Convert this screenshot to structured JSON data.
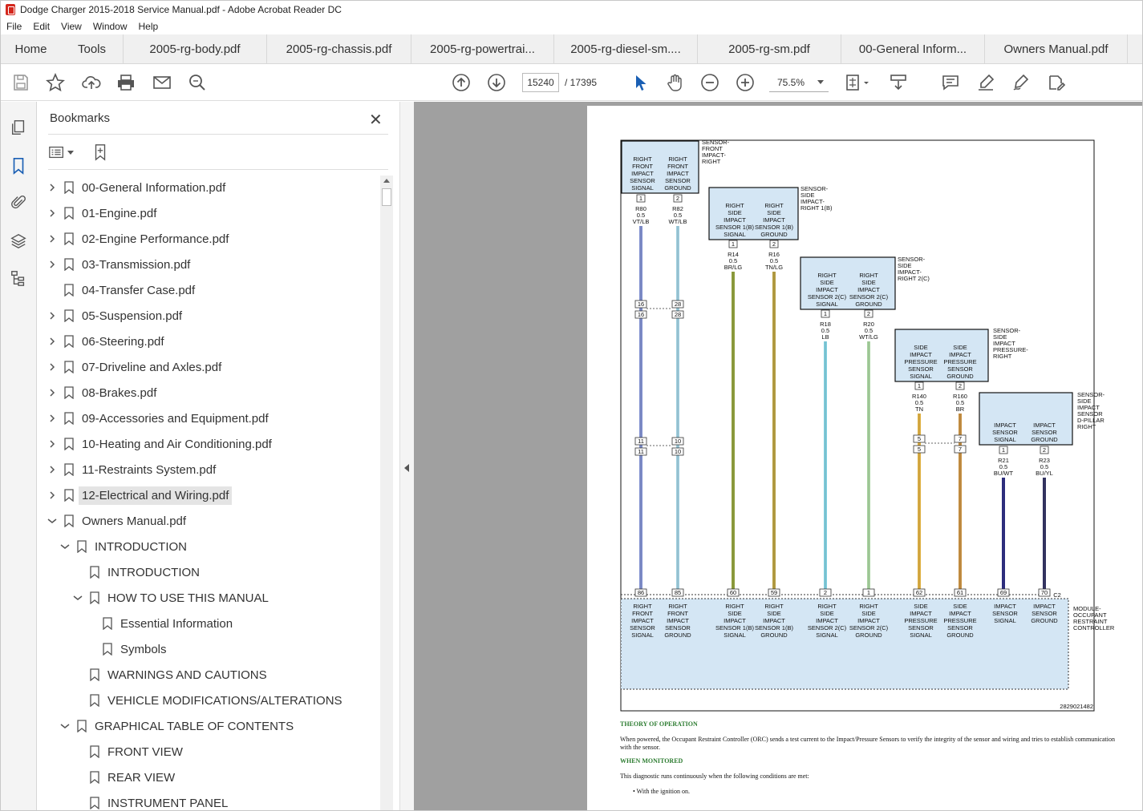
{
  "window": {
    "title": "Dodge Charger 2015-2018 Service Manual.pdf - Adobe Acrobat Reader DC"
  },
  "menu": [
    "File",
    "Edit",
    "View",
    "Window",
    "Help"
  ],
  "tabs": [
    {
      "label": "Home"
    },
    {
      "label": "Tools"
    },
    {
      "label": "2005-rg-body.pdf"
    },
    {
      "label": "2005-rg-chassis.pdf"
    },
    {
      "label": "2005-rg-powertrai..."
    },
    {
      "label": "2005-rg-diesel-sm...."
    },
    {
      "label": "2005-rg-sm.pdf"
    },
    {
      "label": "00-General Inform..."
    },
    {
      "label": "Owners Manual.pdf"
    }
  ],
  "toolbar": {
    "page_current": "15240",
    "page_total": "/ 17395",
    "zoom": "75.5%"
  },
  "bookmarks_panel": {
    "title": "Bookmarks"
  },
  "bookmarks": [
    {
      "label": "00-General Information.pdf",
      "level": 0,
      "expander": "collapsed"
    },
    {
      "label": "01-Engine.pdf",
      "level": 0,
      "expander": "collapsed"
    },
    {
      "label": "02-Engine Performance.pdf",
      "level": 0,
      "expander": "collapsed"
    },
    {
      "label": "03-Transmission.pdf",
      "level": 0,
      "expander": "collapsed"
    },
    {
      "label": "04-Transfer Case.pdf",
      "level": 0,
      "expander": "none"
    },
    {
      "label": "05-Suspension.pdf",
      "level": 0,
      "expander": "collapsed"
    },
    {
      "label": "06-Steering.pdf",
      "level": 0,
      "expander": "collapsed"
    },
    {
      "label": "07-Driveline and Axles.pdf",
      "level": 0,
      "expander": "collapsed"
    },
    {
      "label": "08-Brakes.pdf",
      "level": 0,
      "expander": "collapsed"
    },
    {
      "label": "09-Accessories and Equipment.pdf",
      "level": 0,
      "expander": "collapsed"
    },
    {
      "label": "10-Heating and Air Conditioning.pdf",
      "level": 0,
      "expander": "collapsed"
    },
    {
      "label": "11-Restraints System.pdf",
      "level": 0,
      "expander": "collapsed"
    },
    {
      "label": "12-Electrical and Wiring.pdf",
      "level": 0,
      "expander": "collapsed",
      "selected": true
    },
    {
      "label": "Owners Manual.pdf",
      "level": 0,
      "expander": "expanded"
    },
    {
      "label": "INTRODUCTION",
      "level": 1,
      "expander": "expanded"
    },
    {
      "label": "INTRODUCTION",
      "level": 2,
      "expander": "none"
    },
    {
      "label": "HOW TO USE THIS MANUAL",
      "level": 2,
      "expander": "expanded"
    },
    {
      "label": "Essential Information",
      "level": 3,
      "expander": "none"
    },
    {
      "label": "Symbols",
      "level": 3,
      "expander": "none"
    },
    {
      "label": "WARNINGS AND CAUTIONS",
      "level": 2,
      "expander": "none"
    },
    {
      "label": "VEHICLE MODIFICATIONS/ALTERATIONS",
      "level": 2,
      "expander": "none"
    },
    {
      "label": "GRAPHICAL TABLE OF CONTENTS",
      "level": 1,
      "expander": "expanded"
    },
    {
      "label": "FRONT VIEW",
      "level": 2,
      "expander": "none"
    },
    {
      "label": "REAR VIEW",
      "level": 2,
      "expander": "none"
    },
    {
      "label": "INSTRUMENT PANEL",
      "level": 2,
      "expander": "none"
    }
  ],
  "diagram": {
    "sensors": [
      {
        "name": "SENSOR-FRONT IMPACT-RIGHT",
        "lines": [
          "SENSOR-",
          "FRONT",
          "IMPACT-",
          "RIGHT"
        ],
        "pins": [
          {
            "label": [
              "RIGHT",
              "FRONT",
              "IMPACT",
              "SENSOR",
              "SIGNAL"
            ],
            "pin": "1",
            "circuit": "R80",
            "gauge": "0.5",
            "color": "VT/LB",
            "inline_top": "16",
            "inline_bot": "16",
            "inline2_top": "11",
            "inline2_bot": "11",
            "orc_pin": "86",
            "orc_label": [
              "RIGHT",
              "FRONT",
              "IMPACT",
              "SENSOR",
              "SIGNAL"
            ]
          },
          {
            "label": [
              "RIGHT",
              "FRONT",
              "IMPACT",
              "SENSOR",
              "GROUND"
            ],
            "pin": "2",
            "circuit": "R82",
            "gauge": "0.5",
            "color": "WT/LB",
            "inline_top": "28",
            "inline_bot": "28",
            "inline2_top": "10",
            "inline2_bot": "10",
            "orc_pin": "85",
            "orc_label": [
              "RIGHT",
              "FRONT",
              "IMPACT",
              "SENSOR",
              "GROUND"
            ]
          }
        ]
      },
      {
        "name": "SENSOR-SIDE IMPACT-RIGHT 1(B)",
        "lines": [
          "SENSOR-",
          "SIDE",
          "IMPACT-",
          "RIGHT 1(B)"
        ],
        "pins": [
          {
            "label": [
              "RIGHT",
              "SIDE",
              "IMPACT",
              "SENSOR 1(B)",
              "SIGNAL"
            ],
            "pin": "1",
            "circuit": "R14",
            "gauge": "0.5",
            "color": "BR/LG",
            "orc_pin": "60",
            "orc_label": [
              "RIGHT",
              "SIDE",
              "IMPACT",
              "SENSOR 1(B)",
              "SIGNAL"
            ]
          },
          {
            "label": [
              "RIGHT",
              "SIDE",
              "IMPACT",
              "SENSOR 1(B)",
              "GROUND"
            ],
            "pin": "2",
            "circuit": "R16",
            "gauge": "0.5",
            "color": "TN/LG",
            "orc_pin": "59",
            "orc_label": [
              "RIGHT",
              "SIDE",
              "IMPACT",
              "SENSOR 1(B)",
              "GROUND"
            ]
          }
        ]
      },
      {
        "name": "SENSOR-SIDE IMPACT-RIGHT 2(C)",
        "lines": [
          "SENSOR-",
          "SIDE",
          "IMPACT-",
          "RIGHT 2(C)"
        ],
        "pins": [
          {
            "label": [
              "RIGHT",
              "SIDE",
              "IMPACT",
              "SENSOR 2(C)",
              "SIGNAL"
            ],
            "pin": "1",
            "circuit": "R18",
            "gauge": "0.5",
            "color": "LB",
            "orc_pin": "2",
            "orc_label": [
              "RIGHT",
              "SIDE",
              "IMPACT",
              "SENSOR 2(C)",
              "SIGNAL"
            ]
          },
          {
            "label": [
              "RIGHT",
              "SIDE",
              "IMPACT",
              "SENSOR 2(C)",
              "GROUND"
            ],
            "pin": "2",
            "circuit": "R20",
            "gauge": "0.5",
            "color": "WT/LG",
            "orc_pin": "1",
            "orc_label": [
              "RIGHT",
              "SIDE",
              "IMPACT",
              "SENSOR 2(C)",
              "GROUND"
            ]
          }
        ]
      },
      {
        "name": "SENSOR-SIDE IMPACT PRESSURE-RIGHT",
        "lines": [
          "SENSOR-",
          "SIDE",
          "IMPACT",
          "PRESSURE-",
          "RIGHT"
        ],
        "pins": [
          {
            "label": [
              "SIDE",
              "IMPACT",
              "PRESSURE",
              "SENSOR",
              "SIGNAL"
            ],
            "pin": "1",
            "circuit": "R140",
            "gauge": "0.5",
            "color": "TN",
            "inline_top": "5",
            "inline_bot": "5",
            "orc_pin": "62",
            "orc_label": [
              "SIDE",
              "IMPACT",
              "PRESSURE",
              "SENSOR",
              "SIGNAL"
            ]
          },
          {
            "label": [
              "SIDE",
              "IMPACT",
              "PRESSURE",
              "SENSOR",
              "GROUND"
            ],
            "pin": "2",
            "circuit": "R160",
            "gauge": "0.5",
            "color": "BR",
            "inline_top": "7",
            "inline_bot": "7",
            "orc_pin": "61",
            "orc_label": [
              "SIDE",
              "IMPACT",
              "PRESSURE",
              "SENSOR",
              "GROUND"
            ]
          }
        ]
      },
      {
        "name": "SENSOR-SIDE IMPACT SENSOR D-PILLAR RIGHT",
        "lines": [
          "SENSOR-",
          "SIDE",
          "IMPACT",
          "SENSOR",
          "D-PILLAR",
          "RIGHT"
        ],
        "pins": [
          {
            "label": [
              "IMPACT",
              "SENSOR",
              "SIGNAL"
            ],
            "pin": "1",
            "circuit": "R21",
            "gauge": "0.5",
            "color": "BU/WT",
            "orc_pin": "69",
            "orc_label": [
              "IMPACT",
              "SENSOR",
              "SIGNAL"
            ]
          },
          {
            "label": [
              "IMPACT",
              "SENSOR",
              "GROUND"
            ],
            "pin": "2",
            "circuit": "R23",
            "gauge": "0.5",
            "color": "BU/YL",
            "orc_pin": "70",
            "orc_label": [
              "IMPACT",
              "SENSOR",
              "GROUND"
            ]
          }
        ]
      }
    ],
    "module": {
      "lines": [
        "MODULE-",
        "OCCUPANT",
        "RESTRAINT",
        "CONTROLLER"
      ],
      "connector": "C2"
    },
    "figure_id": "2829021482",
    "wire_colors": [
      "#7f8fcf",
      "#9fcfe0",
      "#8fa03a",
      "#b8a040",
      "#7fcfe0",
      "#a8d4a0",
      "#e0b040",
      "#c89040",
      "#2a2a80",
      "#303060"
    ]
  },
  "document": {
    "heading1": "THEORY OF OPERATION",
    "para1": "When powered, the Occupant Restraint Controller (ORC) sends a test current to the Impact/Pressure Sensors to verify the integrity of the sensor and wiring and tries to establish communication with the sensor.",
    "heading2": "WHEN MONITORED",
    "para2": "This diagnostic runs continuously when the following conditions are met:",
    "bullet1": "With the ignition on."
  }
}
